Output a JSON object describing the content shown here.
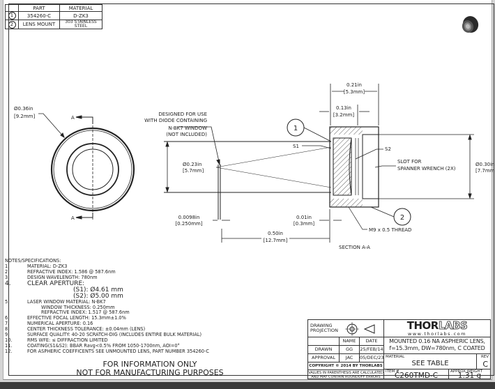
{
  "parts_table": {
    "headers": [
      "",
      "PART",
      "MATERIAL"
    ],
    "rows": [
      {
        "balloon": "1",
        "part": "354260-C",
        "material": "D-ZK3"
      },
      {
        "balloon": "2",
        "part": "LENS MOUNT",
        "material": "303 STAINLESS STEEL"
      }
    ]
  },
  "front_view": {
    "diameter_in": "0.36in",
    "diameter_mm": "[9.2mm]",
    "section_label_top": "A",
    "section_label_bottom": "A"
  },
  "section_view": {
    "title": "SECTION A-A",
    "note_window": [
      "DESIGNED FOR USE",
      "WITH DIODE CONTAINING",
      "N-BK7 WINDOW",
      "(NOT INCLUDED)"
    ],
    "dim_clear_in": "0.23in",
    "dim_clear_mm": "[5.7mm]",
    "dim_overall_len_in": "0.21in",
    "dim_overall_len_mm": "[5.3mm]",
    "dim_thread_len_in": "0.13in",
    "dim_thread_len_mm": "[3.2mm]",
    "dim_od_in": "0.30in",
    "dim_od_mm": "[7.7mm]",
    "dim_window_in": "0.0098in",
    "dim_window_mm": "[0.250mm]",
    "dim_gap_in": "0.01in",
    "dim_gap_mm": "[0.3mm]",
    "dim_wd_in": "0.50in",
    "dim_wd_mm": "[12.7mm]",
    "label_s1": "S1",
    "label_s2": "S2",
    "slot_note": [
      "SLOT FOR",
      "SPANNER WRENCH (2X)"
    ],
    "thread_note": "M9 x 0.5 THREAD",
    "balloon_1": "1",
    "balloon_2": "2",
    "diameter_symbol": "Ø"
  },
  "notes": {
    "heading": "NOTES/SPECIFICATIONS:",
    "items": [
      {
        "num": "1.",
        "text": "MATERIAL: D-ZK3"
      },
      {
        "num": "2.",
        "text": "REFRACTIVE INDEX: 1.586 @ 587.6nm"
      },
      {
        "num": "3.",
        "text": "DESIGN WAVELENGTH: 780nm"
      },
      {
        "num": "4.",
        "text": "CLEAR APERTURE:"
      }
    ],
    "aperture_s1": "(S1): Ø4.61 mm",
    "aperture_s2": "(S2): Ø5.00 mm",
    "item5": {
      "num": "5.",
      "text": "LASER WINDOW MATERIAL: N-BK7"
    },
    "window_thickness": "WINDOW THICKNESS: 0.250mm",
    "window_index": "REFRACTIVE INDEX: 1.517 @ 587.6nm",
    "items_rest": [
      {
        "num": "6.",
        "text": "EFFECTIVE FOCAL LENGTH: 15.3mm±1.0%"
      },
      {
        "num": "7.",
        "text": "NUMERICAL APERTURE: 0.16"
      },
      {
        "num": "8.",
        "text": "CENTER THICKNESS TOLERANCE: ±0.04mm (LENS)"
      },
      {
        "num": "9.",
        "text": "SURFACE QUALITY: 40-20 SCRATCH-DIG (INCLUDES ENTIRE BULK MATERIAL)"
      },
      {
        "num": "10.",
        "text": "RMS WFE: ≤ DIFFRACTION LIMITED"
      },
      {
        "num": "11.",
        "text": "COATING(S1&S2): BBAR Ravg<0.5% FROM 1050-1700nm, AOI=0°"
      },
      {
        "num": "12.",
        "text": "FOR ASPHERIC COEFFICENTS SEE UNMOUNTED LENS, PART NUMBER 354260-C"
      }
    ]
  },
  "disclaimer": [
    "FOR INFORMATION ONLY",
    "NOT FOR MANUFACTURING PURPOSES"
  ],
  "title_block": {
    "projection_label": [
      "DRAWING",
      "PROJECTION"
    ],
    "name_header": "NAME",
    "date_header": "DATE",
    "drawn_label": "DRAWN",
    "drawn_name": "GG",
    "drawn_date": "25/FEB/14",
    "approval_label": "APPROVAL",
    "approval_name": "JAC",
    "approval_date": "05/DEC/23",
    "copyright": "COPYRIGHT © 2014 BY THORLABS",
    "values_note": [
      "VALUES IN PARENTHESIS ARE CALCULATED",
      "AND MAY CONTAIN ROUNDOFF ERRORS"
    ],
    "logo_left": "THOR",
    "logo_right": "LABS",
    "website": "www.thorlabs.com",
    "description": [
      "MOUNTED 0.16 NA ASPHERIC LENS,",
      "f=15.3mm, DW=780nm, C COATED"
    ],
    "material_label": "MATERIAL",
    "material_value": "SEE TABLE",
    "rev_label": "REV",
    "rev_value": "C",
    "item_label": "ITEM #",
    "item_value": "C260TMD-C",
    "weight_label": "APPROX WEIGHT",
    "weight_value": "1.31 g"
  }
}
